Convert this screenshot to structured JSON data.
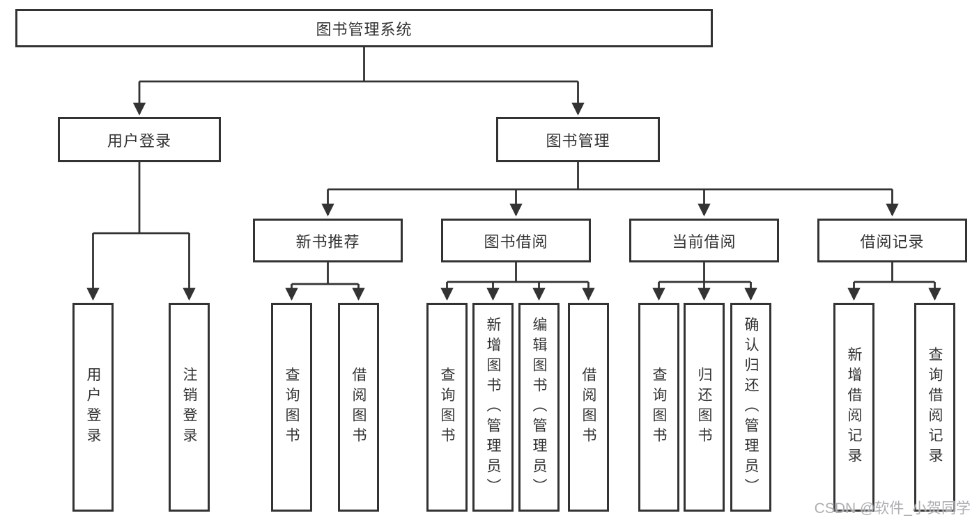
{
  "chart": {
    "type": "hierarchy-diagram",
    "root": "图书管理系统",
    "branches": [
      {
        "label": "用户登录",
        "children": [
          "用户登录",
          "注销登录"
        ]
      },
      {
        "label": "图书管理",
        "groups": [
          {
            "label": "新书推荐",
            "children": [
              "查询图书",
              "借阅图书"
            ]
          },
          {
            "label": "图书借阅",
            "children": [
              "查询图书",
              "新增图书（管理员）",
              "编辑图书（管理员）",
              "借阅图书"
            ]
          },
          {
            "label": "当前借阅",
            "children": [
              "查询图书",
              "归还图书",
              "确认归还（管理员）"
            ]
          },
          {
            "label": "借阅记录",
            "children": [
              "新增借阅记录",
              "查询借阅记录"
            ]
          }
        ]
      }
    ]
  },
  "watermark": "CSDN @软件_小贺同学",
  "colors": {
    "line": "#333333",
    "box_border": "#333333",
    "text": "#333333",
    "watermark": "#a8aaad",
    "background": "#ffffff"
  }
}
